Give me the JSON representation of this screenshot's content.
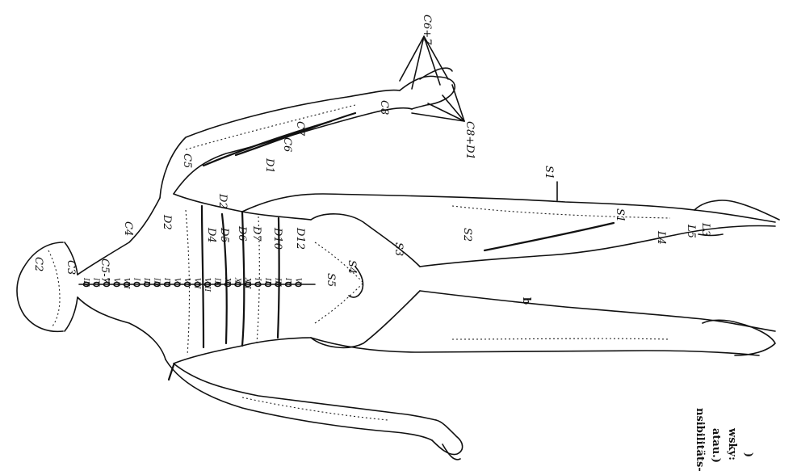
{
  "figure": {
    "panel_label": "b",
    "caption_fragments": [
      "nsibilitäts-",
      "atau.)",
      "wsky:",
      ")"
    ],
    "labels": {
      "c2": "C2",
      "c3": "C3",
      "c4": "C4",
      "c57": "C5-7",
      "c5": "C5",
      "c6": "C6",
      "c7": "C7",
      "c8": "C8",
      "c67": "C6+7",
      "c8d1": "C8+D1",
      "d1": "D1",
      "d2a": "D2",
      "d2b": "D2",
      "d4": "D4",
      "d5": "D5",
      "d6": "D6",
      "d7": "D7",
      "d10": "D10",
      "d12": "D12",
      "s1a": "S1",
      "s1b": "S1",
      "s2": "S2",
      "s3": "S3",
      "s4": "S4",
      "s5": "S5",
      "l3": "L3",
      "l4": "L4",
      "l5": "L5"
    },
    "vertebrae": [
      "III",
      "IV",
      "V",
      "VI",
      "VII",
      "I",
      "II",
      "III",
      "IV",
      "V",
      "VI",
      "VII",
      "VIII",
      "IX",
      "X",
      "XI",
      "XII",
      "I",
      "II",
      "III",
      "IV",
      "V"
    ]
  }
}
